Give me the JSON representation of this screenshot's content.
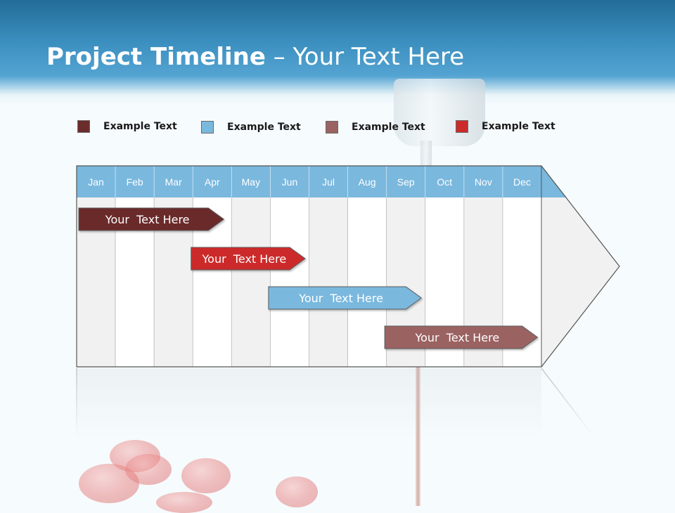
{
  "slide": {
    "title_bold": "Project Timeline",
    "title_rest": " – Your Text Here"
  },
  "legend": [
    {
      "label": "Example Text",
      "color": "#6b2c2c"
    },
    {
      "label": "Example Text",
      "color": "#7ab8de"
    },
    {
      "label": "Example Text",
      "color": "#9b6262"
    },
    {
      "label": "Example Text",
      "color": "#cc2b2b"
    }
  ],
  "timeline": {
    "months": [
      "Jan",
      "Feb",
      "Mar",
      "Apr",
      "May",
      "Jun",
      "Jul",
      "Aug",
      "Sep",
      "Oct",
      "Nov",
      "Dec"
    ],
    "header_color": "#7ab8de",
    "tasks": [
      {
        "label": "Your  Text Here",
        "start_month": 1,
        "end_month": 4.8,
        "color": "#6b2c2c"
      },
      {
        "label": "Your  Text Here",
        "start_month": 3.9,
        "end_month": 6.9,
        "color": "#cc2b2b"
      },
      {
        "label": "Your  Text Here",
        "start_month": 5.9,
        "end_month": 9.9,
        "color": "#7ab8de"
      },
      {
        "label": "Your  Text Here",
        "start_month": 8.9,
        "end_month": 12.9,
        "color": "#9b6262"
      }
    ]
  }
}
